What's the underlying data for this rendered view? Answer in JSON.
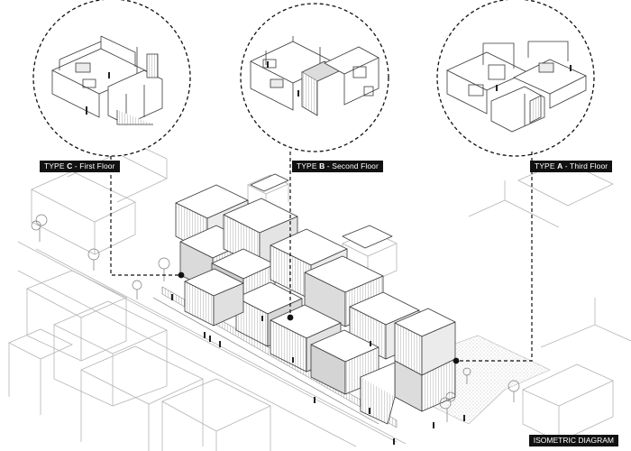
{
  "callouts": [
    {
      "prefix": "TYPE",
      "letter": "C",
      "suffix": "-  First Floor"
    },
    {
      "prefix": "TYPE",
      "letter": "B",
      "suffix": "-  Second Floor"
    },
    {
      "prefix": "TYPE",
      "letter": "A",
      "suffix": "-  Third Floor"
    }
  ],
  "caption": "ISOMETRIC DIAGRAM",
  "colors": {
    "line": "#3a3a3a",
    "light_line": "#a8a8a8",
    "facade_grey": "#b8b8b8",
    "label_bg": "#111111",
    "label_text": "#ffffff"
  }
}
